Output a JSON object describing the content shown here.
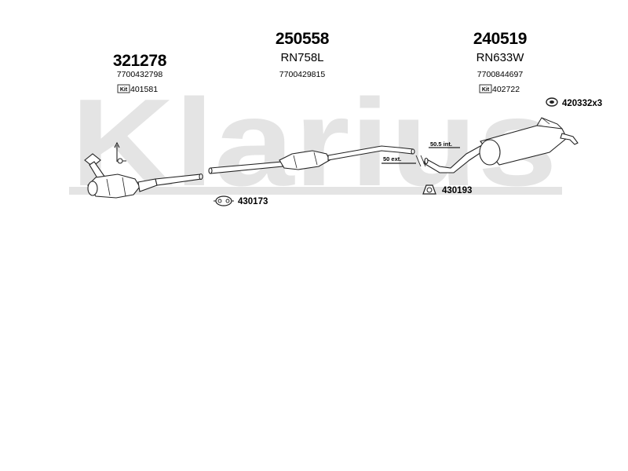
{
  "brand": {
    "watermark": "Klarius"
  },
  "parts": [
    {
      "code": "321278",
      "oem": "7700432798",
      "kit_label": "Kit",
      "kit": "401581"
    },
    {
      "code": "250558",
      "ref": "RN758L",
      "oem": "7700429815"
    },
    {
      "code": "240519",
      "ref": "RN633W",
      "oem": "7700844697",
      "kit_label": "Kit",
      "kit": "402722"
    }
  ],
  "hardware": [
    {
      "code": "420332x3"
    },
    {
      "code": "430173"
    },
    {
      "code": "430193"
    }
  ],
  "dimensions": [
    {
      "label": "50.5 int."
    },
    {
      "label": "50 ext."
    }
  ],
  "colors": {
    "watermark": "#e4e4e4",
    "line": "#222222"
  }
}
